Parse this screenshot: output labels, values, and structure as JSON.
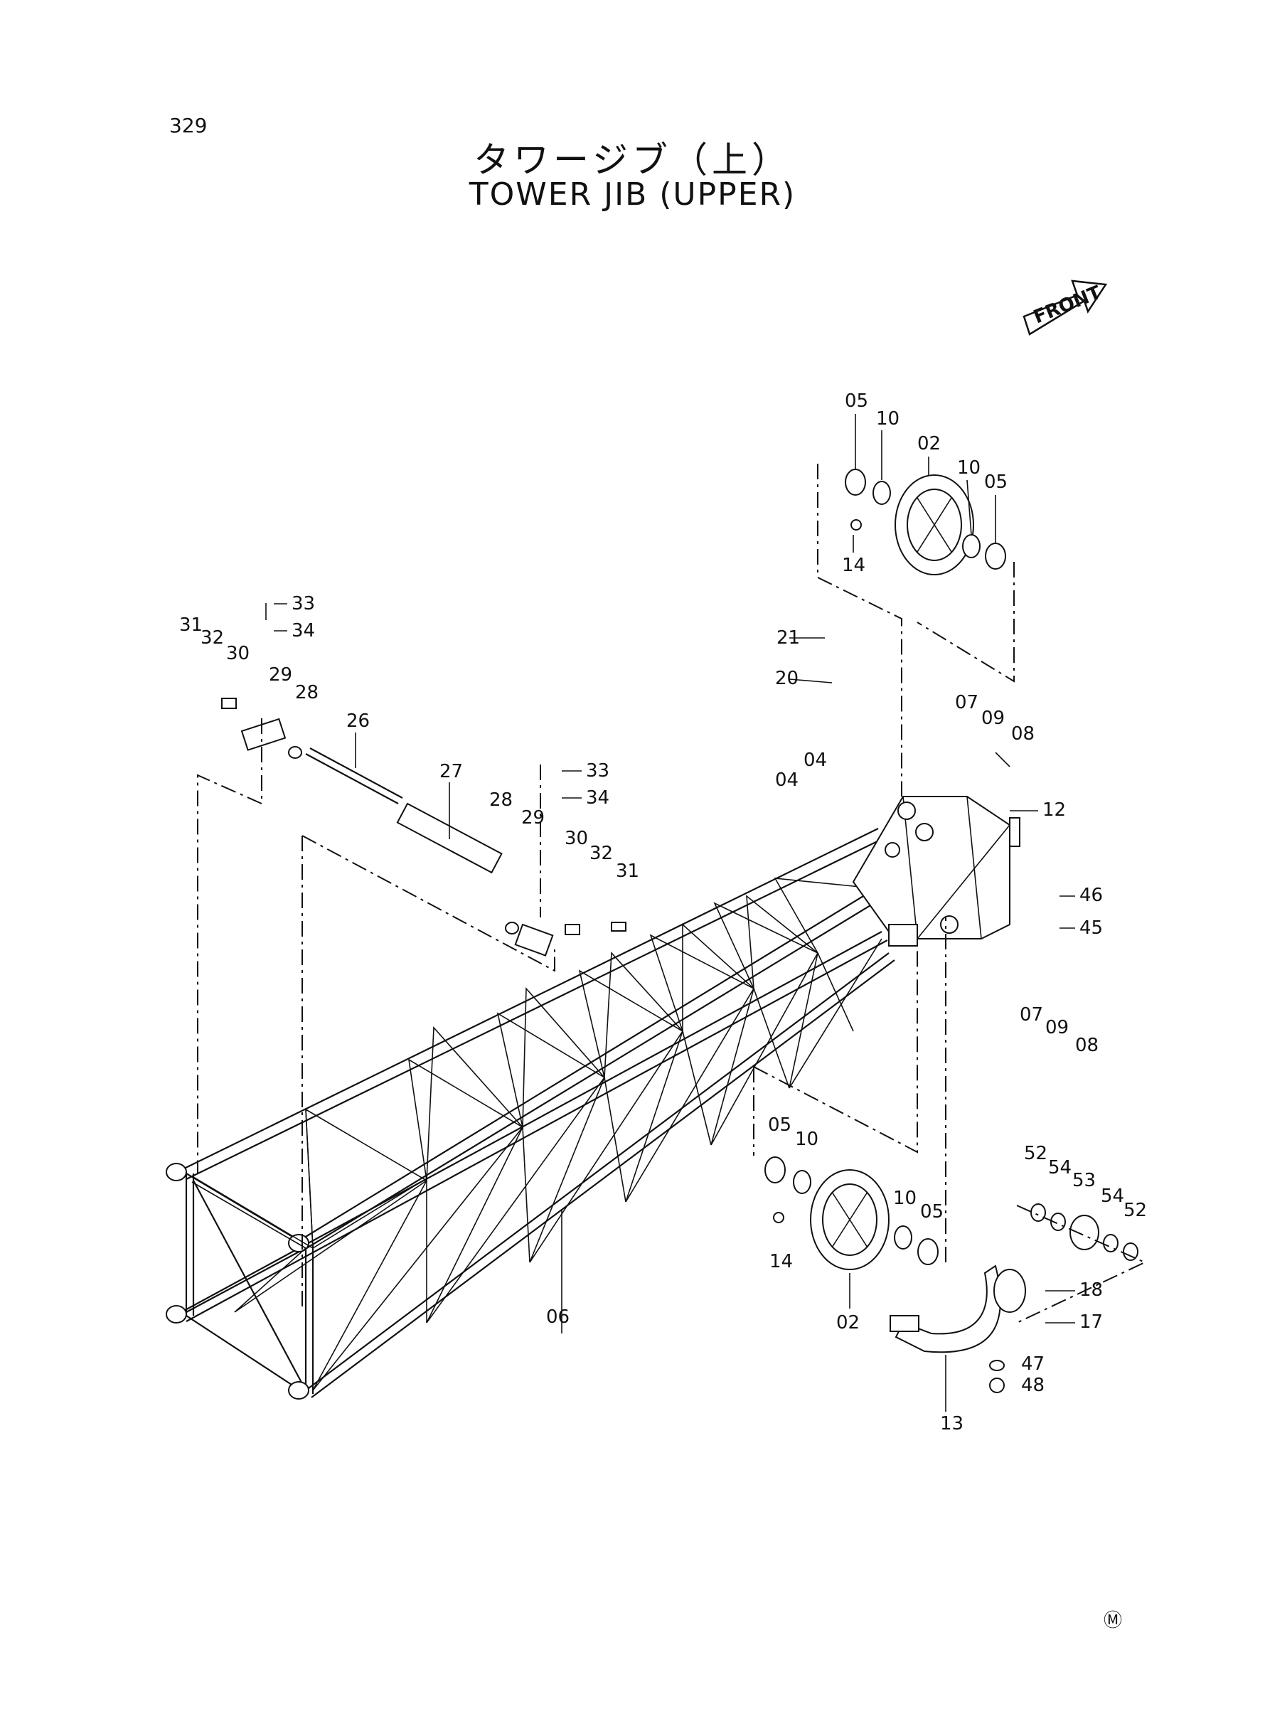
{
  "page_number": "329",
  "title_japanese": "タワージブ（上）",
  "title_english": "TOWER JIB (UPPER)",
  "front_arrow_label": "FRONT",
  "mark_symbol": "Ⓜ",
  "callouts": [
    "05",
    "10",
    "02",
    "10",
    "05",
    "14",
    "33",
    "34",
    "31",
    "32",
    "30",
    "29",
    "28",
    "26",
    "27",
    "33",
    "34",
    "28",
    "29",
    "30",
    "32",
    "31",
    "21",
    "20",
    "07",
    "09",
    "08",
    "04",
    "04",
    "12",
    "46",
    "45",
    "07",
    "09",
    "08",
    "05",
    "10",
    "10",
    "05",
    "14",
    "02",
    "06",
    "52",
    "54",
    "53",
    "54",
    "52",
    "18",
    "17",
    "47",
    "48",
    "13"
  ]
}
